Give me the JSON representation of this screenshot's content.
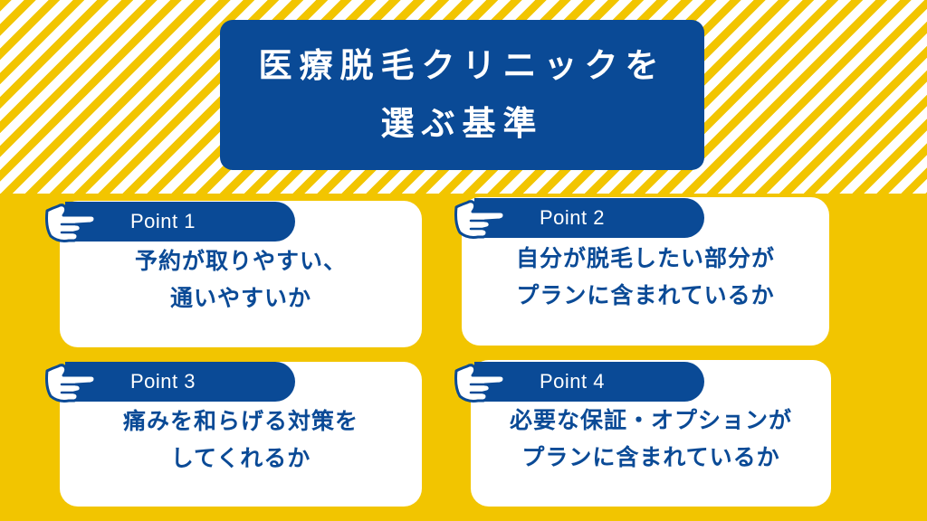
{
  "title": {
    "line1": "医療脱毛クリニックを",
    "line2": "選ぶ基準"
  },
  "points": [
    {
      "label": "Point 1",
      "lines": [
        "予約が取りやすい、",
        "通いやすいか"
      ]
    },
    {
      "label": "Point 2",
      "lines": [
        "自分が脱毛したい部分が",
        "プランに含まれているか"
      ]
    },
    {
      "label": "Point 3",
      "lines": [
        "痛みを和らげる対策を",
        "してくれるか"
      ]
    },
    {
      "label": "Point 4",
      "lines": [
        "必要な保証・オプションが",
        "プランに含まれているか"
      ]
    }
  ],
  "icons": {
    "pointer": "pointing-hand-icon"
  },
  "colors": {
    "navy": "#0a4a96",
    "yellow": "#f2c500",
    "white": "#ffffff"
  }
}
